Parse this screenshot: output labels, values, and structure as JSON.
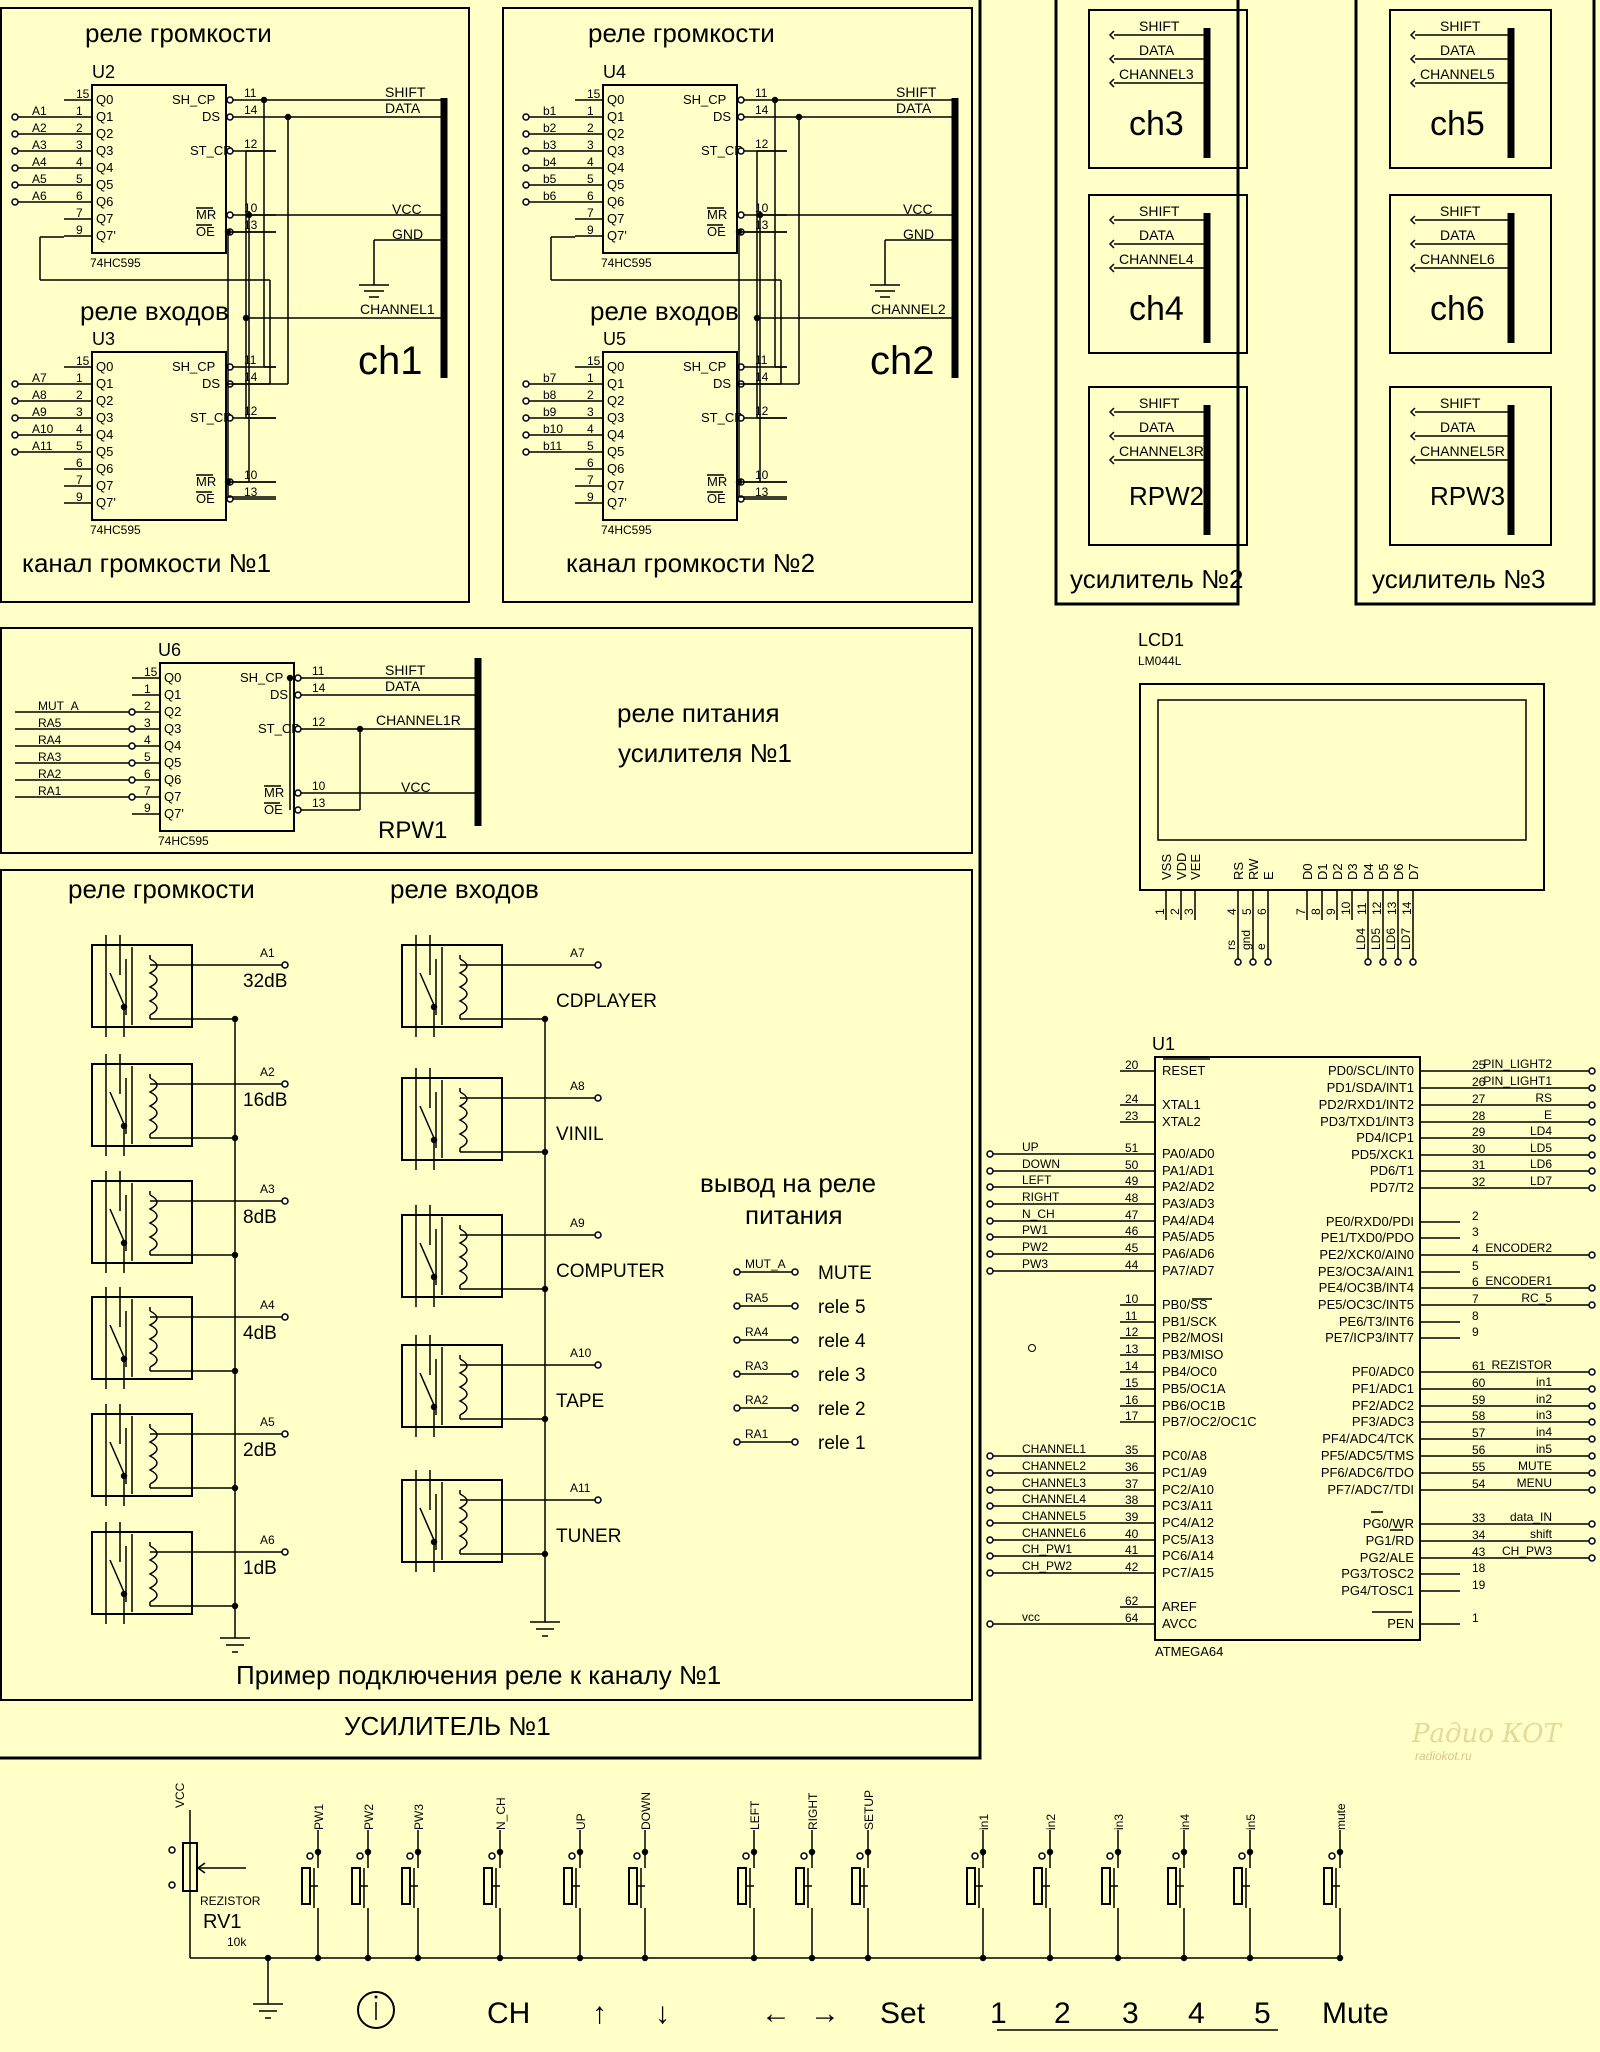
{
  "volume_ch1": {
    "title_volume": "реле громкости",
    "title_inputs": "реле входов",
    "u_volume": "U2",
    "u_inputs": "U3",
    "volume_inputs": [
      "A1",
      "A2",
      "A3",
      "A4",
      "A5",
      "A6"
    ],
    "inputs_inputs": [
      "A7",
      "A8",
      "A9",
      "A10",
      "A11"
    ],
    "shift": "SHIFT",
    "data": "DATA",
    "vcc": "VCC",
    "gnd": "GND",
    "channel": "CHANNEL1",
    "big_label": "ch1",
    "footer": "канал громкости №1"
  },
  "volume_ch2": {
    "title_volume": "реле громкости",
    "title_inputs": "реле входов",
    "u_volume": "U4",
    "u_inputs": "U5",
    "volume_inputs": [
      "b1",
      "b2",
      "b3",
      "b4",
      "b5",
      "b6"
    ],
    "inputs_inputs": [
      "b7",
      "b8",
      "b9",
      "b10",
      "b11"
    ],
    "shift": "SHIFT",
    "data": "DATA",
    "vcc": "VCC",
    "gnd": "GND",
    "channel": "CHANNEL2",
    "big_label": "ch2",
    "footer": "канал громкости №2"
  },
  "chip74": {
    "part": "74HC595",
    "left_pins": [
      "Q0",
      "Q1",
      "Q2",
      "Q3",
      "Q4",
      "Q5",
      "Q6",
      "Q7",
      "Q7'"
    ],
    "left_nums": [
      "15",
      "1",
      "2",
      "3",
      "4",
      "5",
      "6",
      "7",
      "9"
    ],
    "sh_cp": "SH_CP",
    "ds": "DS",
    "st_cp": "ST_CP",
    "mr": "MR",
    "oe": "OE",
    "n11": "11",
    "n14": "14",
    "n12": "12",
    "n10": "10",
    "n13": "13"
  },
  "amp2": {
    "boxes": [
      {
        "lines": [
          "SHIFT",
          "DATA",
          "CHANNEL3"
        ],
        "big": "ch3"
      },
      {
        "lines": [
          "SHIFT",
          "DATA",
          "CHANNEL4"
        ],
        "big": "ch4"
      },
      {
        "lines": [
          "SHIFT",
          "DATA",
          "CHANNEL3R"
        ],
        "big": "RPW2"
      }
    ],
    "footer": "усилитель  №2"
  },
  "amp3": {
    "boxes": [
      {
        "lines": [
          "SHIFT",
          "DATA",
          "CHANNEL5"
        ],
        "big": "ch5"
      },
      {
        "lines": [
          "SHIFT",
          "DATA",
          "CHANNEL6"
        ],
        "big": "ch6"
      },
      {
        "lines": [
          "SHIFT",
          "DATA",
          "CHANNEL5R"
        ],
        "big": "RPW3"
      }
    ],
    "footer": "усилитель  №3"
  },
  "rpw1": {
    "u": "U6",
    "inputs": [
      "MUT_A",
      "RA5",
      "RA4",
      "RA3",
      "RA2",
      "RA1"
    ],
    "shift": "SHIFT",
    "data": "DATA",
    "channel": "CHANNEL1R",
    "vcc": "VCC",
    "big": "RPW1",
    "title1": "реле питания",
    "title2": "усилителя №1"
  },
  "lcd": {
    "name": "LCD1",
    "model": "LM044L",
    "pins": [
      "VSS",
      "VDD",
      "VEE",
      "RS",
      "RW",
      "E",
      "D0",
      "D1",
      "D2",
      "D3",
      "D4",
      "D5",
      "D6",
      "D7"
    ],
    "nums": [
      "1",
      "2",
      "3",
      "4",
      "5",
      "6",
      "7",
      "8",
      "9",
      "10",
      "11",
      "12",
      "13",
      "14"
    ],
    "nets": [
      "rs",
      "gnd",
      "e",
      "LD4",
      "LD5",
      "LD6",
      "LD7"
    ]
  },
  "relay_example": {
    "title_volume": "реле громкости",
    "title_inputs": "реле входов",
    "volume": [
      {
        "net": "A1",
        "label": "32dB"
      },
      {
        "net": "A2",
        "label": "16dB"
      },
      {
        "net": "A3",
        "label": "8dB"
      },
      {
        "net": "A4",
        "label": "4dB"
      },
      {
        "net": "A5",
        "label": "2dB"
      },
      {
        "net": "A6",
        "label": "1dB"
      }
    ],
    "inputs": [
      {
        "net": "A7",
        "label": "CDPLAYER"
      },
      {
        "net": "A8",
        "label": "VINIL"
      },
      {
        "net": "A9",
        "label": "COMPUTER"
      },
      {
        "net": "A10",
        "label": "TAPE"
      },
      {
        "net": "A11",
        "label": "TUNER"
      }
    ],
    "power_title1": "вывод на реле",
    "power_title2": "питания",
    "power": [
      {
        "net": "MUT_A",
        "label": "MUTE"
      },
      {
        "net": "RA5",
        "label": "rele 5"
      },
      {
        "net": "RA4",
        "label": "rele 4"
      },
      {
        "net": "RA3",
        "label": "rele 3"
      },
      {
        "net": "RA2",
        "label": "rele 2"
      },
      {
        "net": "RA1",
        "label": "rele 1"
      }
    ],
    "footer": "Пример подключения реле к каналу №1"
  },
  "amp1_label": "УСИЛИТЕЛЬ №1",
  "mcu": {
    "name": "U1",
    "part": "ATMEGA64",
    "left": [
      {
        "pin": "RESET",
        "num": "20",
        "net": "",
        "ov": true
      },
      {
        "pin": "XTAL1",
        "num": "24",
        "net": ""
      },
      {
        "pin": "XTAL2",
        "num": "23",
        "net": ""
      },
      {
        "pin": "PA0/AD0",
        "num": "51",
        "net": "UP"
      },
      {
        "pin": "PA1/AD1",
        "num": "50",
        "net": "DOWN"
      },
      {
        "pin": "PA2/AD2",
        "num": "49",
        "net": "LEFT"
      },
      {
        "pin": "PA3/AD3",
        "num": "48",
        "net": "RIGHT"
      },
      {
        "pin": "PA4/AD4",
        "num": "47",
        "net": "N_CH"
      },
      {
        "pin": "PA5/AD5",
        "num": "46",
        "net": "PW1"
      },
      {
        "pin": "PA6/AD6",
        "num": "45",
        "net": "PW2"
      },
      {
        "pin": "PA7/AD7",
        "num": "44",
        "net": "PW3"
      },
      {
        "pin": "PB0/SS",
        "num": "10",
        "net": ""
      },
      {
        "pin": "PB1/SCK",
        "num": "11",
        "net": ""
      },
      {
        "pin": "PB2/MOSI",
        "num": "12",
        "net": ""
      },
      {
        "pin": "PB3/MISO",
        "num": "13",
        "net": ""
      },
      {
        "pin": "PB4/OC0",
        "num": "14",
        "net": ""
      },
      {
        "pin": "PB5/OC1A",
        "num": "15",
        "net": ""
      },
      {
        "pin": "PB6/OC1B",
        "num": "16",
        "net": ""
      },
      {
        "pin": "PB7/OC2/OC1C",
        "num": "17",
        "net": ""
      },
      {
        "pin": "PC0/A8",
        "num": "35",
        "net": "CHANNEL1"
      },
      {
        "pin": "PC1/A9",
        "num": "36",
        "net": "CHANNEL2"
      },
      {
        "pin": "PC2/A10",
        "num": "37",
        "net": "CHANNEL3"
      },
      {
        "pin": "PC3/A11",
        "num": "38",
        "net": "CHANNEL4"
      },
      {
        "pin": "PC4/A12",
        "num": "39",
        "net": "CHANNEL5"
      },
      {
        "pin": "PC5/A13",
        "num": "40",
        "net": "CHANNEL6"
      },
      {
        "pin": "PC6/A14",
        "num": "41",
        "net": "CH_PW1"
      },
      {
        "pin": "PC7/A15",
        "num": "42",
        "net": "CH_PW2"
      },
      {
        "pin": "AREF",
        "num": "62",
        "net": ""
      },
      {
        "pin": "AVCC",
        "num": "64",
        "net": "vcc"
      }
    ],
    "right": [
      {
        "pin": "PD0/SCL/INT0",
        "num": "25",
        "net": "PIN_LIGHT2"
      },
      {
        "pin": "PD1/SDA/INT1",
        "num": "26",
        "net": "PIN_LIGHT1"
      },
      {
        "pin": "PD2/RXD1/INT2",
        "num": "27",
        "net": "RS"
      },
      {
        "pin": "PD3/TXD1/INT3",
        "num": "28",
        "net": "E"
      },
      {
        "pin": "PD4/ICP1",
        "num": "29",
        "net": "LD4"
      },
      {
        "pin": "PD5/XCK1",
        "num": "30",
        "net": "LD5"
      },
      {
        "pin": "PD6/T1",
        "num": "31",
        "net": "LD6"
      },
      {
        "pin": "PD7/T2",
        "num": "32",
        "net": "LD7"
      },
      {
        "pin": "PE0/RXD0/PDI",
        "num": "2",
        "net": ""
      },
      {
        "pin": "PE1/TXD0/PDO",
        "num": "3",
        "net": ""
      },
      {
        "pin": "PE2/XCK0/AIN0",
        "num": "4",
        "net": "ENCODER2"
      },
      {
        "pin": "PE3/OC3A/AIN1",
        "num": "5",
        "net": ""
      },
      {
        "pin": "PE4/OC3B/INT4",
        "num": "6",
        "net": "ENCODER1"
      },
      {
        "pin": "PE5/OC3C/INT5",
        "num": "7",
        "net": "RC_5"
      },
      {
        "pin": "PE6/T3/INT6",
        "num": "8",
        "net": ""
      },
      {
        "pin": "PE7/ICP3/INT7",
        "num": "9",
        "net": ""
      },
      {
        "pin": "PF0/ADC0",
        "num": "61",
        "net": "REZISTOR"
      },
      {
        "pin": "PF1/ADC1",
        "num": "60",
        "net": "in1"
      },
      {
        "pin": "PF2/ADC2",
        "num": "59",
        "net": "in2"
      },
      {
        "pin": "PF3/ADC3",
        "num": "58",
        "net": "in3"
      },
      {
        "pin": "PF4/ADC4/TCK",
        "num": "57",
        "net": "in4"
      },
      {
        "pin": "PF5/ADC5/TMS",
        "num": "56",
        "net": "in5"
      },
      {
        "pin": "PF6/ADC6/TDO",
        "num": "55",
        "net": "MUTE"
      },
      {
        "pin": "PF7/ADC7/TDI",
        "num": "54",
        "net": "MENU"
      },
      {
        "pin": "PG0/WR",
        "num": "33",
        "net": "data_IN"
      },
      {
        "pin": "PG1/RD",
        "num": "34",
        "net": "shift"
      },
      {
        "pin": "PG2/ALE",
        "num": "43",
        "net": "CH_PW3"
      },
      {
        "pin": "PG3/TOSC2",
        "num": "18",
        "net": ""
      },
      {
        "pin": "PG4/TOSC1",
        "num": "19",
        "net": ""
      },
      {
        "pin": "PEN",
        "num": "1",
        "net": ""
      }
    ]
  },
  "watermark1": "Радио КОТ",
  "watermark2": "radiokot.ru",
  "buttons": {
    "vcc": "VCC",
    "rv_name": "REZISTOR",
    "rv_ref": "RV1",
    "rv_val": "10k",
    "items": [
      {
        "net": "PW1"
      },
      {
        "net": "PW2"
      },
      {
        "net": "PW3"
      },
      {
        "net": "N_CH"
      },
      {
        "net": "UP"
      },
      {
        "net": "DOWN"
      },
      {
        "net": "LEFT"
      },
      {
        "net": "RIGHT"
      },
      {
        "net": "SETUP"
      },
      {
        "net": "in1"
      },
      {
        "net": "in2"
      },
      {
        "net": "in3"
      },
      {
        "net": "in4"
      },
      {
        "net": "in5"
      },
      {
        "net": "mute"
      }
    ],
    "captions": [
      "CH",
      "↑",
      "↓",
      "←",
      "→",
      "Set",
      "1",
      "2",
      "3",
      "4",
      "5",
      "Mute"
    ]
  }
}
